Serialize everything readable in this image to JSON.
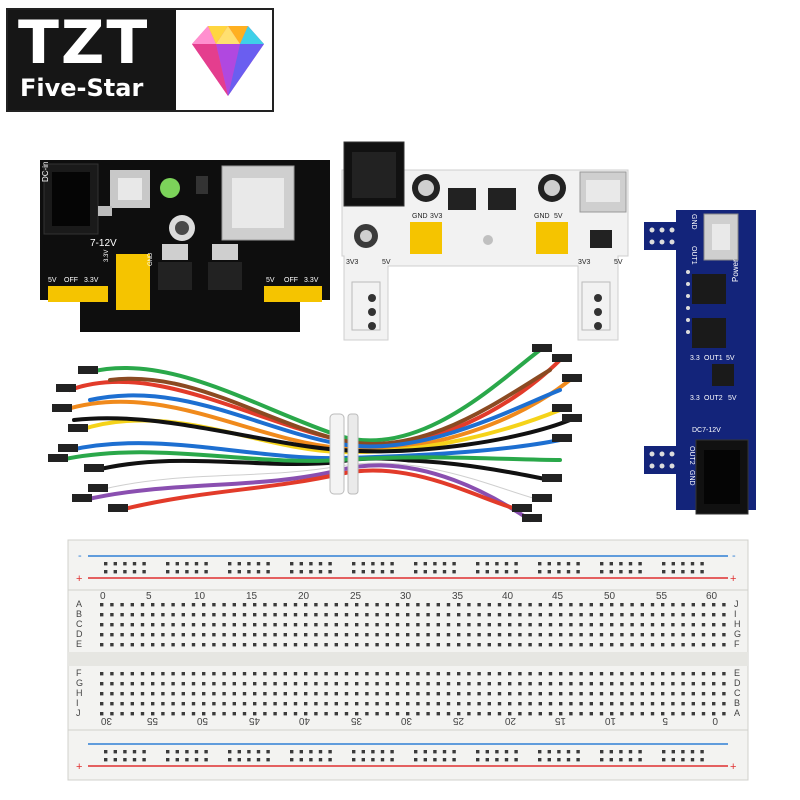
{
  "logo": {
    "brand": "TZT",
    "tagline": "Five-Star",
    "icon": "diamond-gem-icon"
  },
  "black_module": {
    "labels": [
      "DC-in",
      "7-12V",
      "5V",
      "OFF",
      "3.3V",
      "5V",
      "OFF",
      "3.3V",
      "GND",
      "3.3V"
    ]
  },
  "white_module": {
    "labels": [
      "GND",
      "3V3",
      "GND",
      "5V",
      "3V3",
      "5V",
      "3V3",
      "5V"
    ]
  },
  "blue_module": {
    "labels": [
      "OUT1",
      "GND",
      "Power",
      "3.3",
      "OUT1",
      "5V",
      "3.3",
      "OUT2",
      "5V",
      "DC7-12V",
      "OUT2",
      "GND"
    ]
  },
  "breadboard": {
    "top_numbers": [
      "0",
      "5",
      "10",
      "15",
      "20",
      "25",
      "30",
      "35",
      "40",
      "45",
      "50",
      "55",
      "60"
    ],
    "bottom_numbers": [
      "30",
      "55",
      "50",
      "45",
      "40",
      "35",
      "30",
      "25",
      "20",
      "15",
      "10",
      "5",
      "0"
    ],
    "rows_left_top": [
      "A",
      "B",
      "C",
      "D",
      "E"
    ],
    "rows_left_bottom": [
      "F",
      "G",
      "H",
      "I",
      "J"
    ],
    "rows_right_top": [
      "J",
      "I",
      "H",
      "G",
      "F"
    ],
    "rows_right_bottom": [
      "E",
      "D",
      "C",
      "B",
      "A"
    ],
    "plus": "+",
    "minus": "-"
  },
  "colors": {
    "black_pcb": "#0e0e0e",
    "blue_pcb": "#13247a",
    "white_pcb": "#f2f2f2",
    "header_yellow": "#f5c400",
    "breadboard": "#f3f3f1",
    "rail_red": "#e03030",
    "rail_blue": "#2f7fd6"
  },
  "wires": {
    "colors": [
      "#e23b2a",
      "#f08a1c",
      "#f5d31a",
      "#2aa84a",
      "#1d6fd1",
      "#111111",
      "#ffffff",
      "#8a4fb0",
      "#8b4a22"
    ]
  }
}
